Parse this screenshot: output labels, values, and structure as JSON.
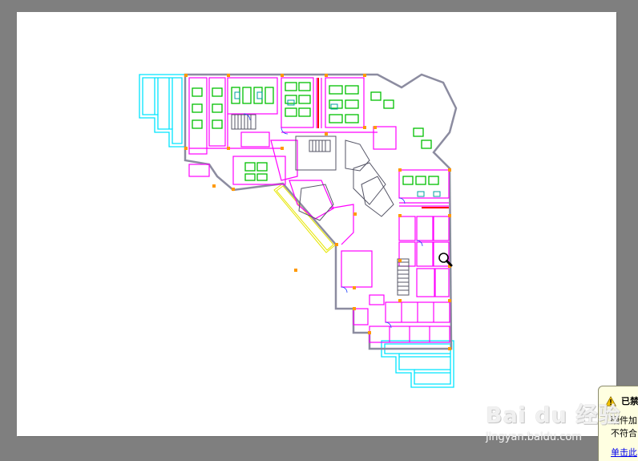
{
  "notification": {
    "title": "已禁",
    "line1": "硬件加",
    "line2": "不符合",
    "link": "单击此"
  },
  "watermark": {
    "brand": "Bai du 经验",
    "url": "jingyan.baidu.com"
  },
  "icons": {
    "warning": "warning-triangle-icon",
    "cursor": "zoom-magnifier-cursor-icon"
  },
  "colors": {
    "background": "#7f7f7f",
    "sheet": "#ffffff",
    "walls": "#ff00ff",
    "glazing": "#00ffff",
    "furniture": "#00c000",
    "core": "#606060",
    "balloon": "#ffffe1"
  }
}
